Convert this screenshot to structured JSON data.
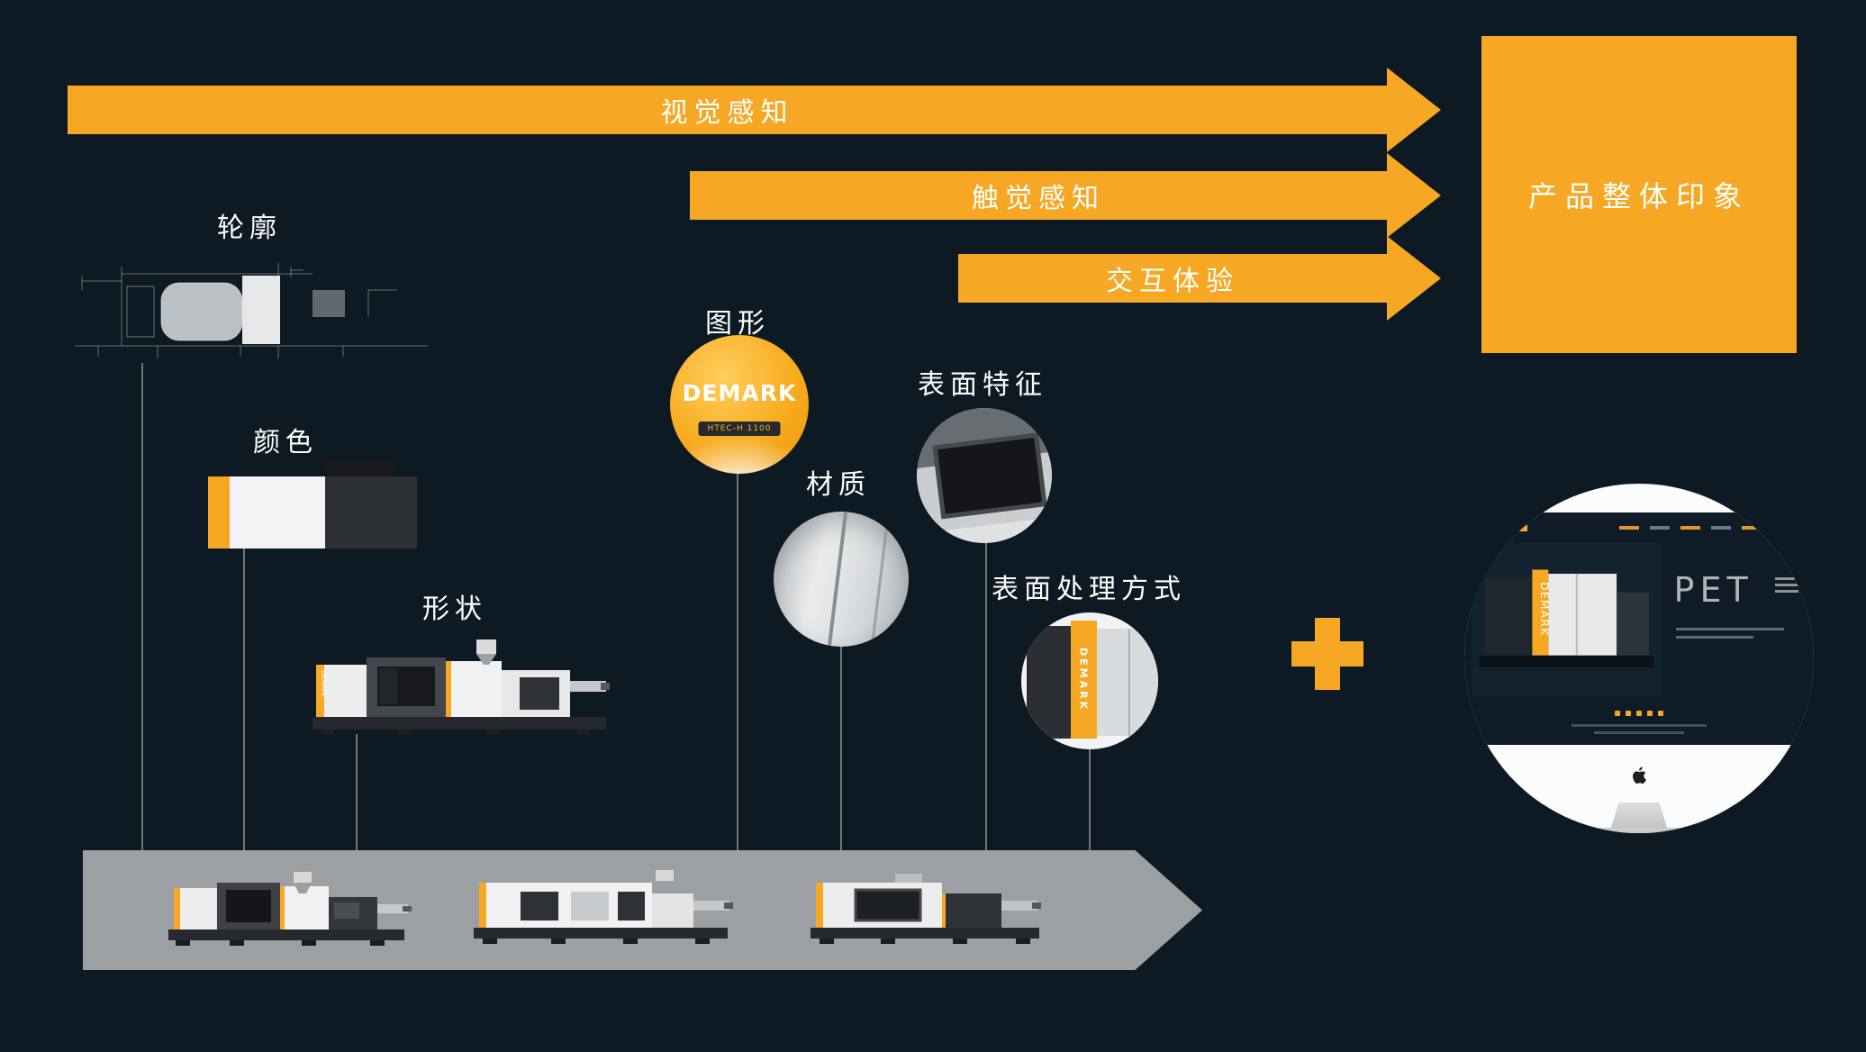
{
  "colors": {
    "background": "#0d1923",
    "accent_orange": "#f6a723",
    "process_gray": "#9ca0a2",
    "text": "#ffffff"
  },
  "flow_arrows": [
    {
      "id": "visual-perception",
      "label": "视觉感知"
    },
    {
      "id": "tactile-perception",
      "label": "触觉感知"
    },
    {
      "id": "interaction-experience",
      "label": "交互体验"
    }
  ],
  "result_box": {
    "label": "产品整体印象"
  },
  "factors": [
    {
      "id": "outline",
      "label": "轮廓"
    },
    {
      "id": "color",
      "label": "颜色"
    },
    {
      "id": "shape",
      "label": "形状"
    },
    {
      "id": "graphic",
      "label": "图形"
    },
    {
      "id": "material",
      "label": "材质"
    },
    {
      "id": "surface-feature",
      "label": "表面特征"
    },
    {
      "id": "surface-treatment",
      "label": "表面处理方式"
    }
  ],
  "brand": {
    "name": "DEMARK",
    "model_badge": "HTEC-H 1100"
  },
  "plus_sign": "+",
  "monitor": {
    "pet_label": "PET"
  }
}
